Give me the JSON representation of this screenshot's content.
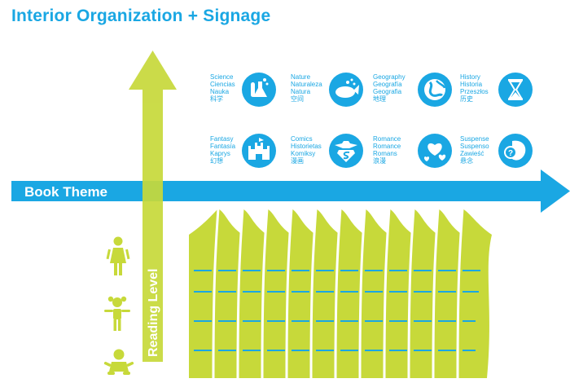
{
  "title": "Interior Organization + Signage",
  "axes": {
    "horizontal": "Book Theme",
    "vertical": "Reading Level"
  },
  "colors": {
    "blue": "#1aa7e3",
    "green": "#c7d93a",
    "white": "#ffffff"
  },
  "themes": [
    {
      "lines": [
        "Science",
        "Ciencias",
        "Nauka",
        "科学"
      ],
      "icon": "science-flask-icon"
    },
    {
      "lines": [
        "Nature",
        "Naturaleza",
        "Natura",
        "空间"
      ],
      "icon": "nature-whale-icon"
    },
    {
      "lines": [
        "Geography",
        "Geografía",
        "Geografia",
        "地理"
      ],
      "icon": "geography-globe-icon"
    },
    {
      "lines": [
        "History",
        "Historia",
        "Przeszłos",
        "历史"
      ],
      "icon": "history-hourglass-icon"
    },
    {
      "lines": [
        "Fantasy",
        "Fantasía",
        "Kaprys",
        "幻想"
      ],
      "icon": "fantasy-castle-icon"
    },
    {
      "lines": [
        "Comics",
        "Historietas",
        "Komiksy",
        "漫画"
      ],
      "icon": "comics-superhero-icon"
    },
    {
      "lines": [
        "Romance",
        "Romance",
        "Romans",
        "浪漫"
      ],
      "icon": "romance-hearts-icon"
    },
    {
      "lines": [
        "Suspense",
        "Suspenso",
        "Zawieść",
        "悬念"
      ],
      "icon": "suspense-mystery-icon"
    }
  ],
  "reading_levels": [
    {
      "icon": "adult-figure-icon"
    },
    {
      "icon": "child-figure-icon"
    },
    {
      "icon": "baby-figure-icon"
    }
  ]
}
